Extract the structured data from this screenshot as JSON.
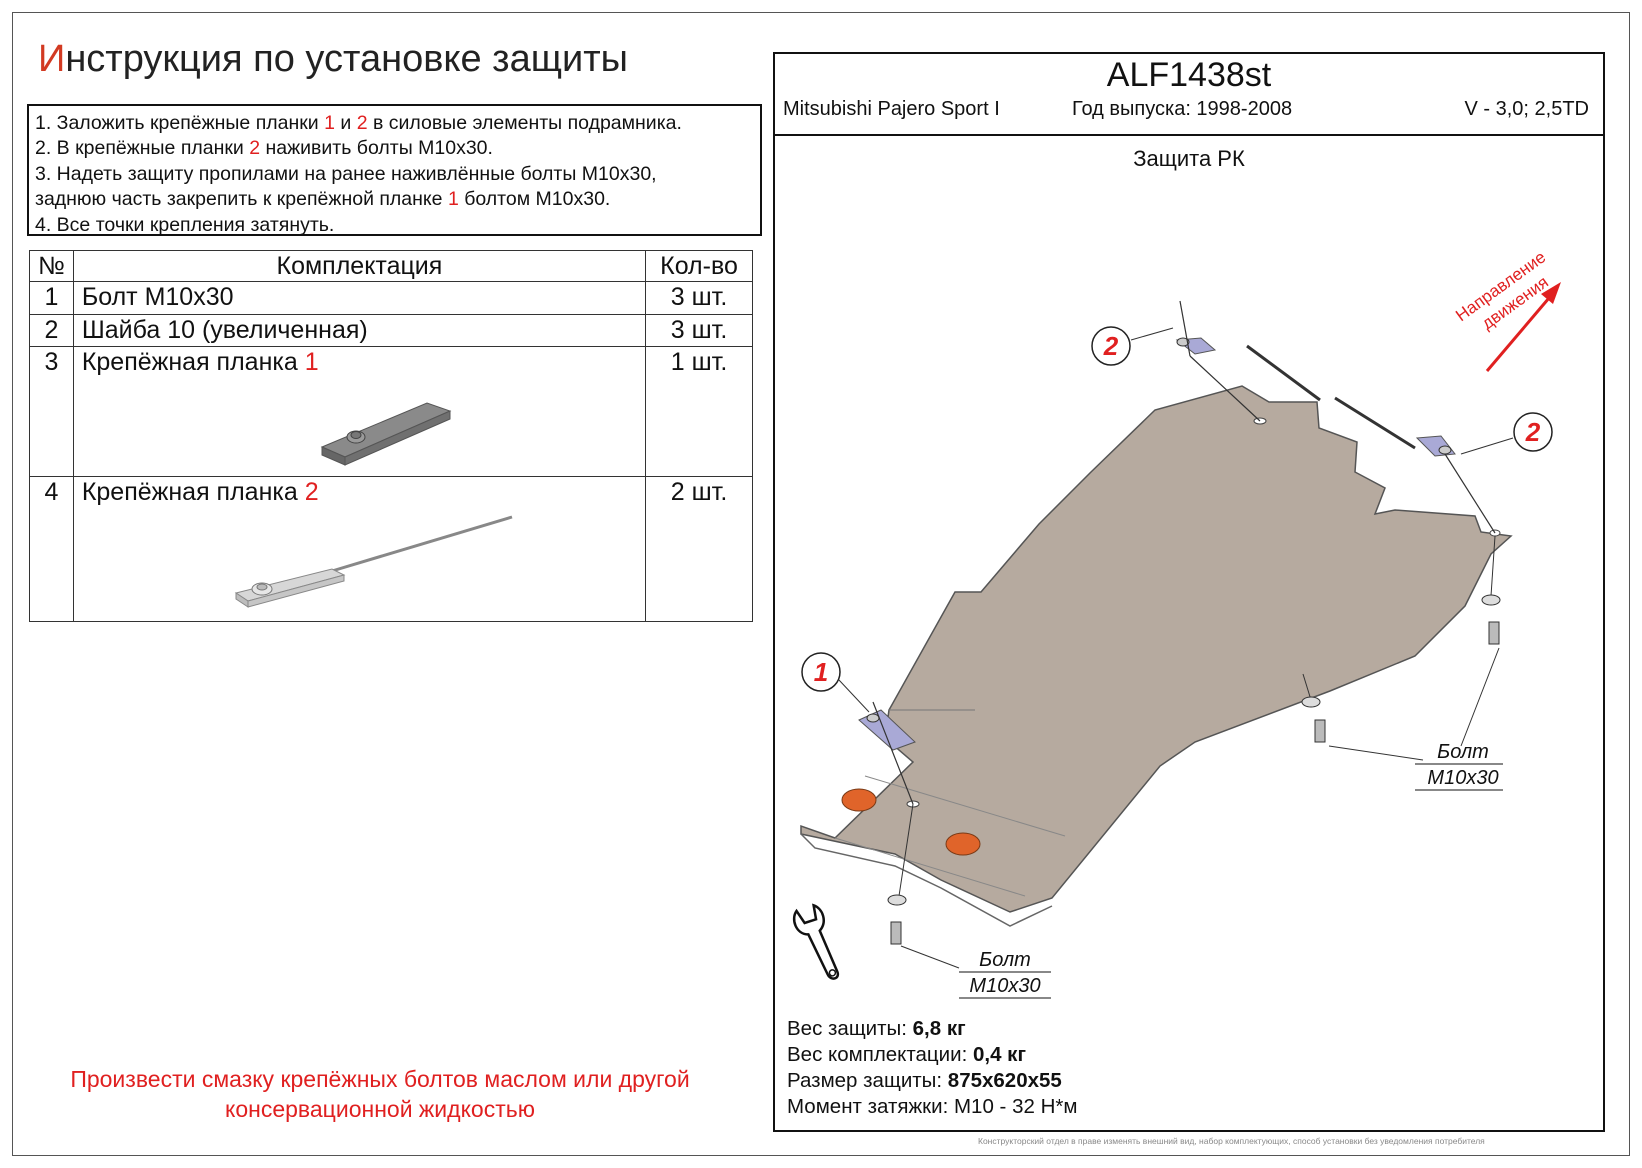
{
  "title": {
    "first_letter": "И",
    "rest": "нструкция по установке защиты"
  },
  "steps": [
    {
      "before": "1. Заложить крепёжные планки ",
      "r1": "1",
      "mid": " и ",
      "r2": "2",
      "after": " в силовые элементы подрамника."
    },
    {
      "before": "2. В крепёжные планки ",
      "r1": "2",
      "after": " наживить болты М10х30."
    },
    {
      "text": "3. Надеть защиту пропилами на ранее наживлённые болты М10х30,"
    },
    {
      "before": "заднюю часть закрепить к крепёжной планке ",
      "r1": "1",
      "after": " болтом М10х30."
    },
    {
      "text": "4. Все точки крепления затянуть."
    }
  ],
  "kit_table": {
    "headers": {
      "num": "№",
      "name": "Комплектация",
      "qty": "Кол-во"
    },
    "rows": [
      {
        "num": "1",
        "name": "Болт М10х30",
        "name_red": "",
        "qty": "3 шт."
      },
      {
        "num": "2",
        "name": "Шайба 10 (увеличенная)",
        "name_red": "",
        "qty": "3 шт."
      },
      {
        "num": "3",
        "name": "Крепёжная планка ",
        "name_red": "1",
        "qty": "1 шт."
      },
      {
        "num": "4",
        "name": "Крепёжная планка ",
        "name_red": "2",
        "qty": "2 шт."
      }
    ]
  },
  "warning": {
    "line1": "Произвести смазку крепёжных болтов маслом или другой",
    "line2": "консервационной жидкостью"
  },
  "header": {
    "article": "ALF1438st",
    "vehicle": "Mitsubishi Pajero Sport I",
    "years": "Год выпуска: 1998-2008",
    "engine": "V - 3,0; 2,5TD"
  },
  "drawing": {
    "title": "Защита РК",
    "direction": {
      "line1": "Направление",
      "line2": "движения"
    },
    "callouts": [
      "2",
      "2",
      "1"
    ],
    "bolt_label_right": {
      "line1": "Болт",
      "line2": "М10х30"
    },
    "bolt_label_bottom": {
      "line1": "Болт",
      "line2": "М10х30"
    },
    "colors": {
      "plate": "#b6aa9f",
      "plate_stroke": "#555",
      "bracket": "#a9a9d6",
      "accent": "#e02020",
      "badge": "#e0642a"
    }
  },
  "specs": [
    {
      "label": "Вес защиты: ",
      "value": "6,8 кг"
    },
    {
      "label": "Вес комплектации: ",
      "value": "0,4 кг"
    },
    {
      "label": "Размер защиты: ",
      "value": "875х620х55"
    },
    {
      "label": "Момент затяжки:  ",
      "value": "М10 - 32 Н*м"
    }
  ],
  "footnote": "Конструкторский отдел в праве изменять внешний вид, набор комплектующих, способ установки без уведомления потребителя"
}
